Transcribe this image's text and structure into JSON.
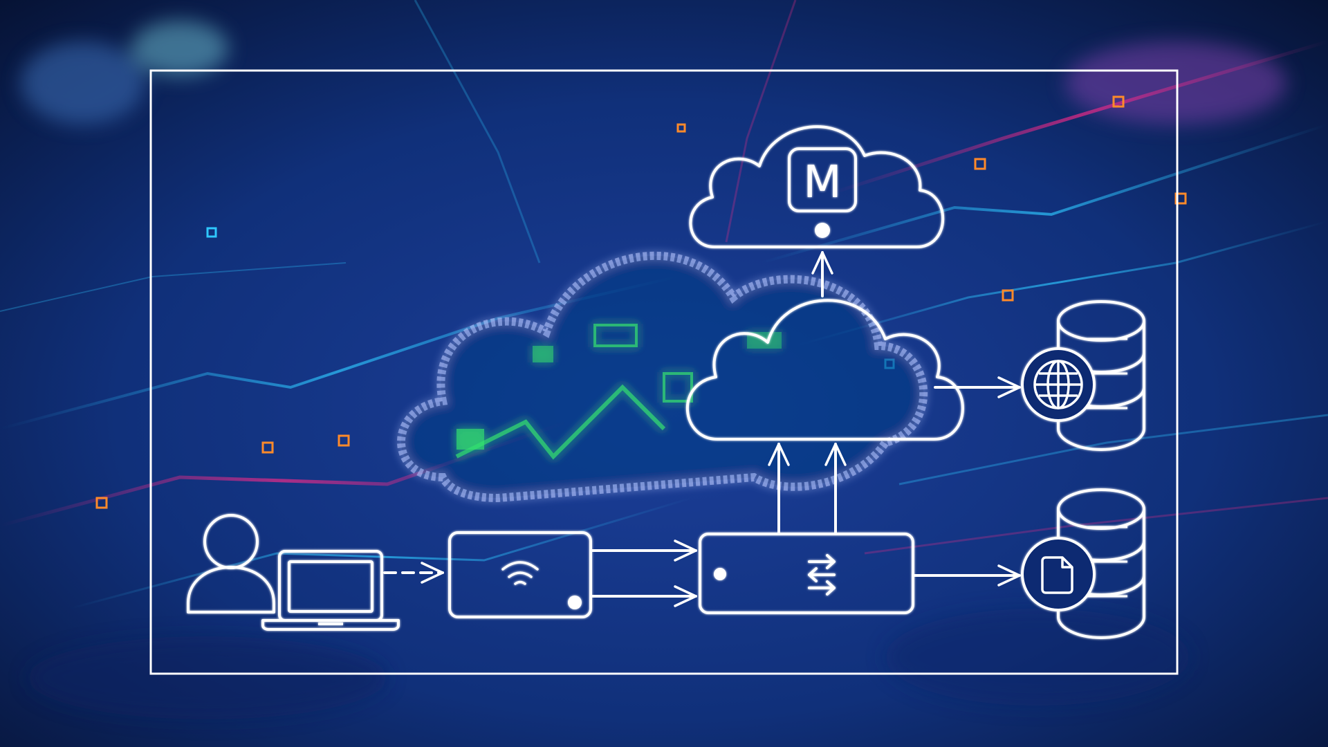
{
  "diagram": {
    "nodes": {
      "user": {
        "icon": "user-icon"
      },
      "laptop": {
        "icon": "laptop-icon"
      },
      "wifi_router": {
        "icon": "wifi-icon"
      },
      "network_switch": {
        "icon": "switch-arrows-icon"
      },
      "private_cloud": {
        "icon": "cloud-icon"
      },
      "management_cloud": {
        "icon": "cloud-icon",
        "badge_letter": "M"
      },
      "web_database": {
        "icon": "database-globe-icon"
      },
      "file_database": {
        "icon": "database-file-icon"
      }
    },
    "connections": [
      {
        "from": "laptop",
        "to": "wifi_router",
        "style": "dashed"
      },
      {
        "from": "wifi_router",
        "to": "network_switch",
        "style": "solid",
        "count": 2
      },
      {
        "from": "network_switch",
        "to": "private_cloud",
        "style": "solid",
        "count": 2
      },
      {
        "from": "private_cloud",
        "to": "management_cloud",
        "style": "solid"
      },
      {
        "from": "private_cloud",
        "to": "web_database",
        "style": "solid"
      },
      {
        "from": "network_switch",
        "to": "file_database",
        "style": "solid"
      }
    ]
  },
  "colors": {
    "line": "#ffffff",
    "background_deep": "#071440",
    "background_mid": "#123a8c",
    "neon_cyan": "#2fc8ff",
    "neon_magenta": "#ff2a8a",
    "neon_green": "#39ff6a",
    "neon_orange": "#ff8a2a"
  }
}
